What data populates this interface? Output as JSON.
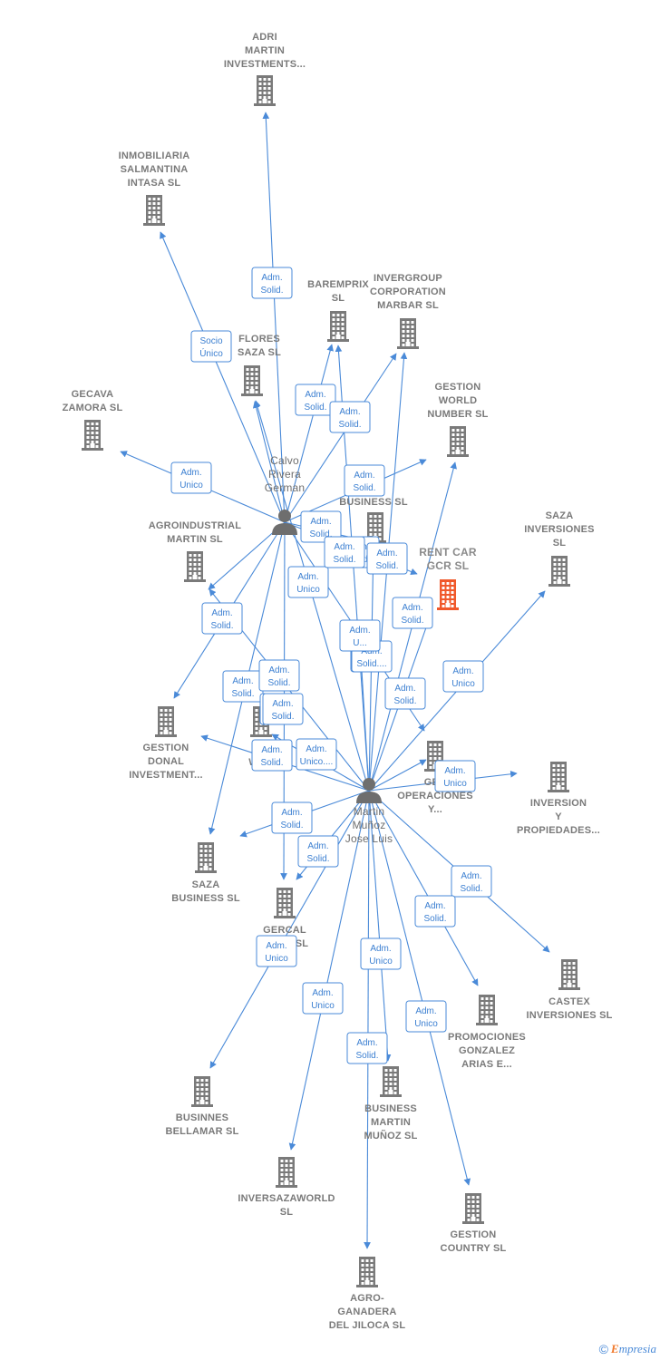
{
  "colors": {
    "edge": "#4a8ad8",
    "company": "#7a7a7a",
    "focus_company": "#f0582a",
    "person": "#6e6e6e"
  },
  "persons": [
    {
      "id": "calvo",
      "label": [
        "Calvo",
        "Rivera",
        "German"
      ],
      "icon": "person-icon"
    },
    {
      "id": "martin",
      "label": [
        "Martin",
        "Muñoz",
        "Jose Luis"
      ],
      "icon": "person-icon"
    }
  ],
  "companies": [
    {
      "id": "adri",
      "label": [
        "ADRI",
        "MARTIN",
        "INVESTMENTS..."
      ]
    },
    {
      "id": "inmobiliaria",
      "label": [
        "INMOBILIARIA",
        "SALMANTINA",
        "INTASA SL"
      ]
    },
    {
      "id": "baremprix",
      "label": [
        "BAREMPRIX",
        "SL"
      ]
    },
    {
      "id": "invergroup",
      "label": [
        "INVERGROUP",
        "CORPORATION",
        "MARBAR SL"
      ]
    },
    {
      "id": "flores",
      "label": [
        "FLORES",
        "SAZA SL"
      ]
    },
    {
      "id": "gecava",
      "label": [
        "GECAVA",
        "ZAMORA SL"
      ]
    },
    {
      "id": "gestion_world",
      "label": [
        "GESTION",
        "WORLD",
        "NUMBER SL"
      ]
    },
    {
      "id": "business_hidden",
      "label": [
        "BUSINESS SL"
      ]
    },
    {
      "id": "rent_car",
      "label": [
        "RENT CAR",
        "GCR SL"
      ],
      "focus": true
    },
    {
      "id": "saza_inv",
      "label": [
        "SAZA",
        "INVERSIONES",
        "SL"
      ]
    },
    {
      "id": "agroindustrial",
      "label": [
        "AGROINDUSTRIAL",
        "MARTIN SL"
      ]
    },
    {
      "id": "gestion_donal",
      "label": [
        "GESTION",
        "DONAL",
        "INVESTMENT..."
      ]
    },
    {
      "id": "inm_world",
      "label": [
        "INM",
        "WOR"
      ]
    },
    {
      "id": "ged_operaciones",
      "label": [
        "GED",
        "OPERACIONES",
        "Y..."
      ]
    },
    {
      "id": "inversion_prop",
      "label": [
        "INVERSION",
        "Y",
        "PROPIEDADES..."
      ]
    },
    {
      "id": "saza_business",
      "label": [
        "SAZA",
        "BUSINESS SL"
      ]
    },
    {
      "id": "gercal",
      "label": [
        "GERCAL",
        "SO ES SL"
      ]
    },
    {
      "id": "castex",
      "label": [
        "CASTEX",
        "INVERSIONES SL"
      ]
    },
    {
      "id": "promociones",
      "label": [
        "PROMOCIONES",
        "GONZALEZ",
        "ARIAS E..."
      ]
    },
    {
      "id": "businnes_bellamar",
      "label": [
        "BUSINNES",
        "BELLAMAR SL"
      ]
    },
    {
      "id": "business_martin",
      "label": [
        "BUSINESS",
        "MARTIN",
        "MUÑOZ SL"
      ]
    },
    {
      "id": "inversazaworld",
      "label": [
        "INVERSAZAWORLD",
        "SL"
      ]
    },
    {
      "id": "gestion_country",
      "label": [
        "GESTION",
        "COUNTRY SL"
      ]
    },
    {
      "id": "agro_ganadera",
      "label": [
        "AGRO-",
        "GANADERA",
        "DEL JILOCA SL"
      ]
    }
  ],
  "edges": [
    {
      "from": "calvo",
      "to": "adri",
      "label": [
        "Adm.",
        "Solid."
      ]
    },
    {
      "from": "calvo",
      "to": "inmobiliaria",
      "label": [
        "Socio",
        "Único"
      ]
    },
    {
      "from": "calvo",
      "to": "baremprix",
      "label": [
        "Adm.",
        "Solid."
      ]
    },
    {
      "from": "calvo",
      "to": "invergroup",
      "label": [
        "Adm.",
        "Solid."
      ]
    },
    {
      "from": "calvo",
      "to": "flores",
      "label": []
    },
    {
      "from": "calvo",
      "to": "gecava",
      "label": [
        "Adm.",
        "Unico"
      ]
    },
    {
      "from": "calvo",
      "to": "gestion_world",
      "label": [
        "Adm.",
        "Solid."
      ]
    },
    {
      "from": "calvo",
      "to": "rent_car",
      "label": [
        "Adm.",
        "Solid."
      ]
    },
    {
      "from": "calvo",
      "to": "agroindustrial",
      "label": []
    },
    {
      "from": "calvo",
      "to": "gestion_donal",
      "label": [
        "Adm.",
        "Solid."
      ]
    },
    {
      "from": "calvo",
      "to": "saza_business",
      "label": [
        "Adm.",
        "Solid."
      ]
    },
    {
      "from": "calvo",
      "to": "gercal",
      "label": [
        "Adm.",
        "Solid."
      ]
    },
    {
      "from": "calvo",
      "to": "ged_operaciones",
      "label": [
        "Adm.",
        "Unico"
      ]
    },
    {
      "from": "calvo",
      "to": "business_hidden",
      "label": [
        "Adm.",
        "Solid."
      ]
    },
    {
      "from": "martin",
      "to": "baremprix",
      "label": [
        "Adm.",
        "Solid."
      ]
    },
    {
      "from": "martin",
      "to": "invergroup",
      "label": [
        "Adm.",
        "Solid."
      ]
    },
    {
      "from": "martin",
      "to": "flores",
      "label": [
        "Adm.",
        "Solid."
      ]
    },
    {
      "from": "martin",
      "to": "gestion_world",
      "label": [
        "Adm.",
        "Solid."
      ]
    },
    {
      "from": "martin",
      "to": "rent_car",
      "label": [
        "Adm.",
        "Solid."
      ]
    },
    {
      "from": "martin",
      "to": "saza_inv",
      "label": [
        "Adm.",
        "Unico"
      ]
    },
    {
      "from": "martin",
      "to": "agroindustrial",
      "label": [
        "Adm.",
        "Solid."
      ]
    },
    {
      "from": "martin",
      "to": "gestion_donal",
      "label": [
        "Adm.",
        "Unico...."
      ]
    },
    {
      "from": "martin",
      "to": "inm_world",
      "label": [
        "Adm.",
        "Solid."
      ]
    },
    {
      "from": "martin",
      "to": "ged_operaciones",
      "label": [
        "Adm.",
        "Solid."
      ]
    },
    {
      "from": "martin",
      "to": "inversion_prop",
      "label": [
        "Adm.",
        "Unico"
      ]
    },
    {
      "from": "martin",
      "to": "saza_business",
      "label": [
        "Adm.",
        "Solid."
      ]
    },
    {
      "from": "martin",
      "to": "gercal",
      "label": [
        "Adm.",
        "Solid."
      ]
    },
    {
      "from": "martin",
      "to": "castex",
      "label": [
        "Adm.",
        "Solid."
      ]
    },
    {
      "from": "martin",
      "to": "promociones",
      "label": [
        "Adm.",
        "Solid."
      ]
    },
    {
      "from": "martin",
      "to": "businnes_bellamar",
      "label": [
        "Adm.",
        "Unico"
      ]
    },
    {
      "from": "martin",
      "to": "business_martin",
      "label": [
        "Adm.",
        "Unico"
      ]
    },
    {
      "from": "martin",
      "to": "inversazaworld",
      "label": [
        "Adm.",
        "Unico"
      ]
    },
    {
      "from": "martin",
      "to": "gestion_country",
      "label": [
        "Adm.",
        "Unico"
      ]
    },
    {
      "from": "martin",
      "to": "agro_ganadera",
      "label": [
        "Adm.",
        "Solid."
      ]
    },
    {
      "from": "martin",
      "to": "business_hidden",
      "label": [
        "Adm.",
        "Solid...."
      ]
    },
    {
      "from": "martin",
      "to": "inmobiliaria_x",
      "label": [
        "Adm.",
        "U..."
      ]
    }
  ],
  "footer": {
    "copyright": "©",
    "brand_rest": "mpresia",
    "brand_initial": "E"
  }
}
